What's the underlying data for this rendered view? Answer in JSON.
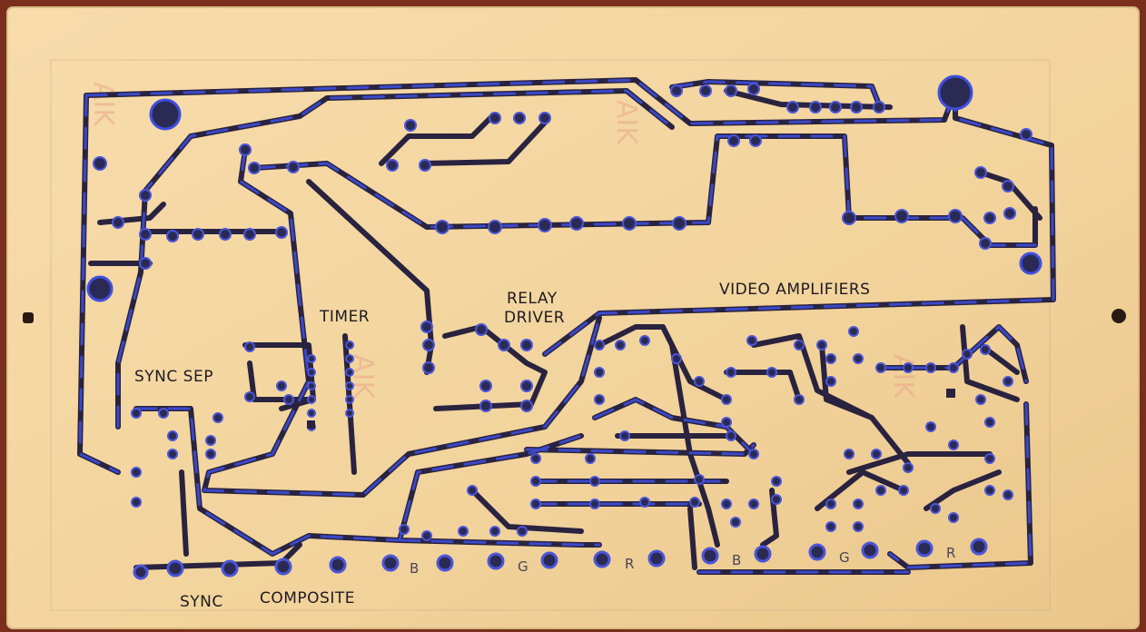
{
  "colors": {
    "board": "#f4d9a4",
    "board_edge": "#d9bb86",
    "trace": "#2a2340",
    "trace_glint": "#3f4fe0",
    "pad": "#2b2a55",
    "ghost_marking": "#e9a58a",
    "background": "#7a2f1c"
  },
  "labels": {
    "timer": "TIMER",
    "relay_driver_line1": "RELAY",
    "relay_driver_line2": "DRIVER",
    "video_amplifiers": "VIDEO AMPLIFIERS",
    "sync_sep": "SYNC SEP",
    "sync": "SYNC",
    "composite": "COMPOSITE"
  },
  "channel_letters": [
    "B",
    "G",
    "R",
    "B",
    "G",
    "R"
  ],
  "ghost_markings": [
    "AIK",
    "AIK",
    "AIK",
    "AIK"
  ]
}
